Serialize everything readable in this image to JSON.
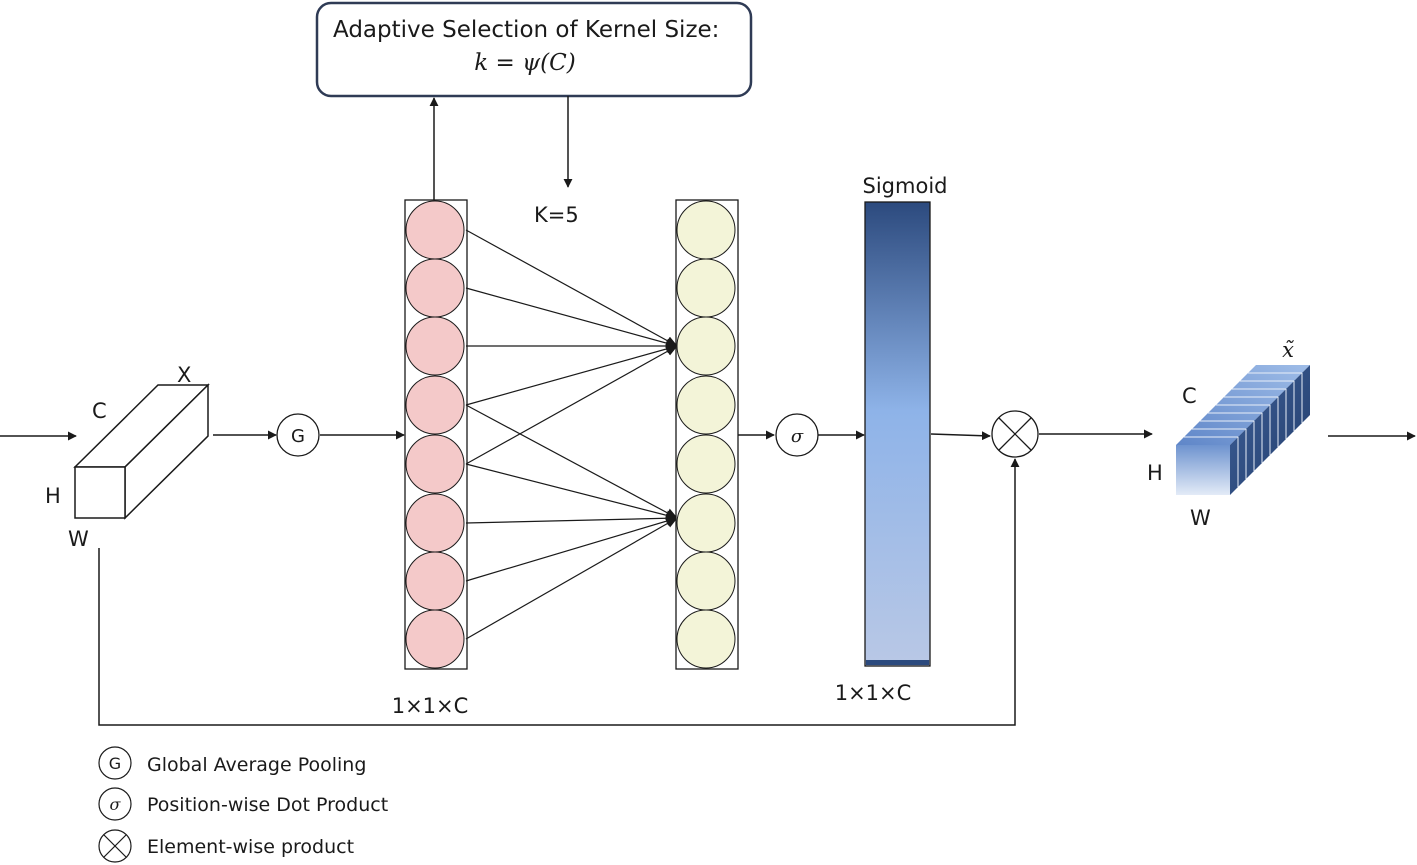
{
  "kernel_box": {
    "title": "Adaptive Selection of Kernel Size:",
    "formula": "k = ψ(C)"
  },
  "kernel_label": "K=5",
  "input_tensor": {
    "c": "C",
    "x": "X",
    "h": "H",
    "w": "W"
  },
  "gap_symbol": "G",
  "sigma_symbol": "σ",
  "sigmoid_label": "Sigmoid",
  "dim_left": "1×1×C",
  "dim_right": "1×1×C",
  "output_tensor": {
    "x_tilde": "x̃",
    "c": "C",
    "h": "H",
    "w": "W"
  },
  "legend": [
    {
      "symbol": "G",
      "label": "Global Average Pooling"
    },
    {
      "symbol": "σ",
      "label": "Position-wise Dot Product"
    },
    {
      "symbol": "⊗",
      "label": "Element-wise product"
    }
  ],
  "colors": {
    "input_neuron": "#f4c9c9",
    "output_neuron": "#f3f4d8",
    "sigmoid_dark": "#2c4a7e",
    "sigmoid_light": "#8eb3e8",
    "line": "#1a1a1a"
  }
}
